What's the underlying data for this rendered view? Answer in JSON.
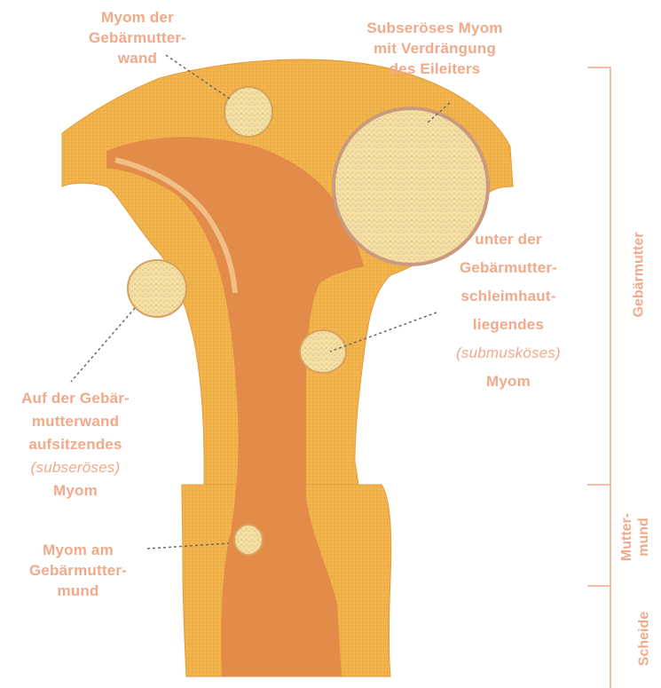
{
  "labels": {
    "wall_myoma": [
      "Myom der",
      "Gebärmutter-",
      "wand"
    ],
    "subserous_tube": [
      "Subseröses Myom",
      "mit Verdrängung",
      "des Eileiters"
    ],
    "submucous": {
      "lines1": [
        "unter der",
        "Gebärmutter-",
        "schleimhaut-",
        "liegendes"
      ],
      "italic": "(submusköses)",
      "last": "Myom"
    },
    "subserous": {
      "lines1": [
        "Auf der Gebär-",
        "mutterwand",
        "aufsitzendes"
      ],
      "italic": "(subseröses)",
      "last": "Myom"
    },
    "cervix_myoma": [
      "Myom am",
      "Gebärmutter-",
      "mund"
    ]
  },
  "regions": {
    "uterus": "Gebärmutter",
    "cervix": [
      "Mutter-",
      "mund"
    ],
    "vagina": "Scheide"
  },
  "colors": {
    "label": "#f2a98a",
    "tissue": "#f1b24a",
    "cavity": "#e2894a",
    "myoma": "#f3dfa0",
    "bracket": "#f2a98a"
  }
}
